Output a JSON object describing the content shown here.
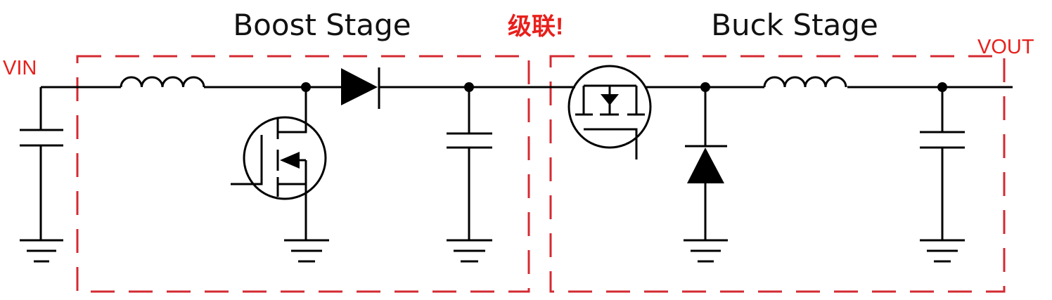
{
  "labels": {
    "boost_stage": "Boost Stage",
    "buck_stage": "Buck Stage",
    "cascade": "级联!",
    "vin": "VIN",
    "vout": "VOUT"
  },
  "colors": {
    "accent_red": "#e8201c",
    "box_red": "#d42a32"
  }
}
